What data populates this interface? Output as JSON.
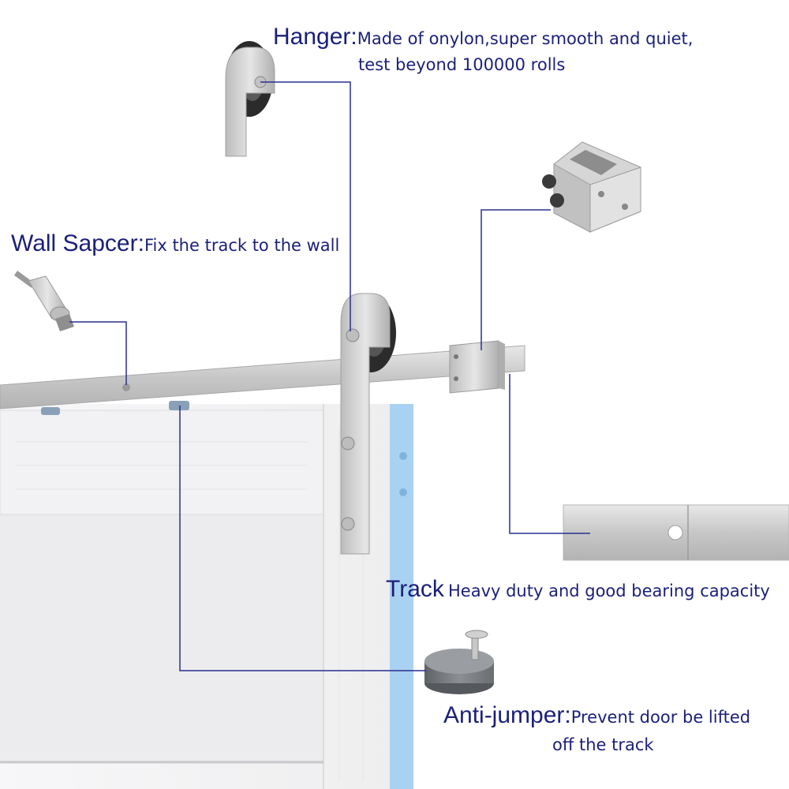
{
  "callouts": {
    "hanger": {
      "title": "Hanger:",
      "desc_line1": "Made of onylon,super smooth and quiet,",
      "desc_line2": "test beyond 100000 rolls"
    },
    "wall_spacer": {
      "title": "Wall Sapcer:",
      "desc": "Fix the track to the wall"
    },
    "track": {
      "title": "Track",
      "desc": "Heavy duty and good bearing capacity"
    },
    "anti_jumper": {
      "title": "Anti-jumper:",
      "desc_line1": "Prevent door be lifted",
      "desc_line2": "off the track"
    }
  },
  "colors": {
    "label_text": "#1a1f7a",
    "leader_line": "#2a2f8f",
    "metal": "#c9c9c9",
    "door": "#f4f4f6",
    "door_edge": "#a9d2f2",
    "wheel": "#2b2b2b",
    "stopper": "#7a7d82"
  },
  "icons": [
    "hanger-wheel-icon",
    "wall-spacer-bolt-icon",
    "end-stop-icon",
    "track-joint-icon",
    "anti-jumper-icon"
  ]
}
